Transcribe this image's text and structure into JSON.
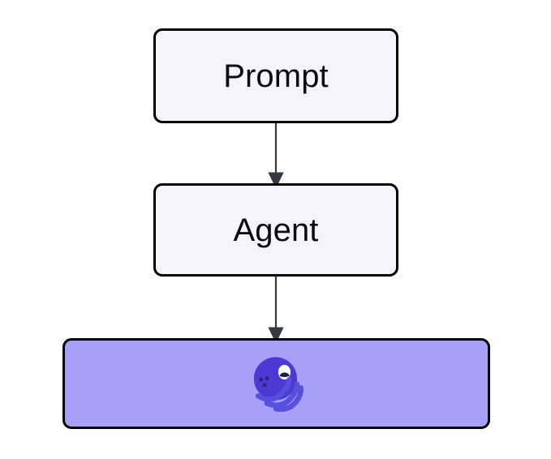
{
  "diagram": {
    "type": "flowchart",
    "direction": "top-down",
    "background_color": "#ffffff",
    "nodes": [
      {
        "id": "prompt",
        "label": "Prompt",
        "shape": "rounded-rectangle",
        "fill": "#f4f4fd",
        "stroke": "#000000",
        "text_color": "#0b0b11"
      },
      {
        "id": "agent",
        "label": "Agent",
        "shape": "rounded-rectangle",
        "fill": "#f4f4fd",
        "stroke": "#000000",
        "text_color": "#0b0b11"
      },
      {
        "id": "mermaid",
        "label": "",
        "icon": "mermaid-logo-icon",
        "shape": "rounded-rectangle",
        "fill": "#a6a1f7",
        "stroke": "#000000",
        "text_color": "#0b0b11"
      }
    ],
    "edges": [
      {
        "id": "edge-prompt-agent",
        "from": "prompt",
        "to": "agent",
        "label": "",
        "style": "solid-arrow",
        "color": "#333a42"
      },
      {
        "id": "edge-agent-mermaid",
        "from": "agent",
        "to": "mermaid",
        "label": "",
        "style": "solid-arrow",
        "color": "#333a42"
      }
    ],
    "logo": {
      "name": "mermaid-logo-icon",
      "head_color": "#4b3bd4",
      "wave_color": "#5750dd",
      "eye_white": "#ffffff",
      "pupil_color": "#1b1b4d",
      "freckle_color": "#2a2a7a"
    }
  }
}
